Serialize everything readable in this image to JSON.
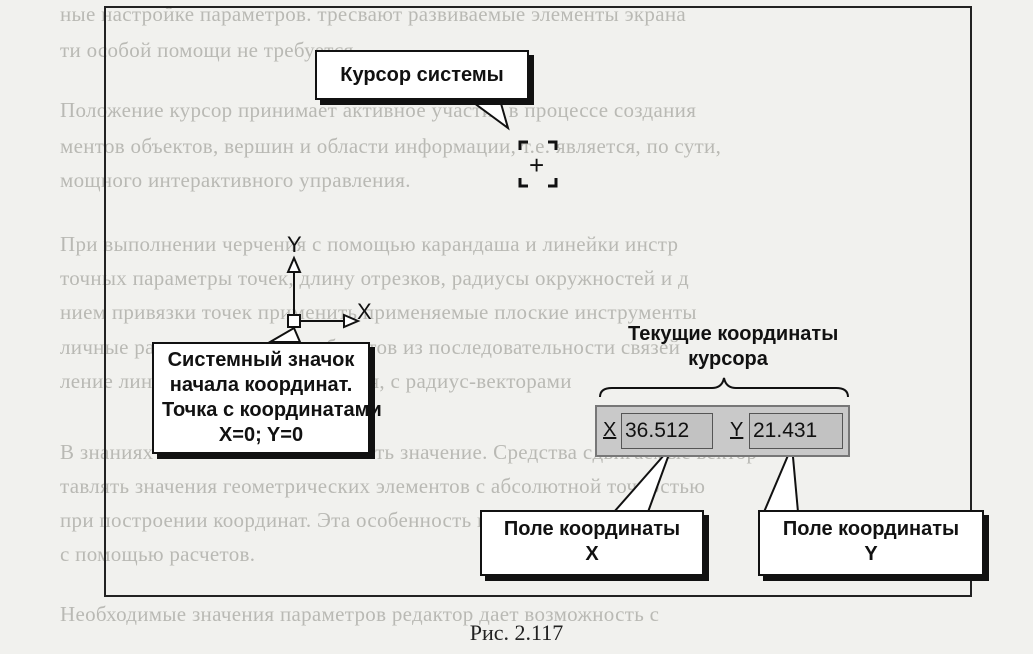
{
  "figure": {
    "callouts": {
      "system_cursor": "Курсор системы",
      "origin_icon": [
        "Системный значок",
        "начала координат.",
        "Точка с координатами",
        "X=0; Y=0"
      ],
      "current_coords": [
        "Текущие координаты",
        "курсора"
      ],
      "field_x": [
        "Поле координаты",
        "X"
      ],
      "field_y": [
        "Поле координаты",
        "Y"
      ]
    },
    "axis_labels": {
      "x": "X",
      "y": "Y"
    },
    "cursor_symbol": "+",
    "coordinate_panel": {
      "x_label": "X",
      "x_value": "36.512",
      "y_label": "Y",
      "y_value": "21.431"
    },
    "icons": {
      "cursor": "crosshair-cursor-icon",
      "origin": "coordinate-origin-icon"
    }
  },
  "caption": "Рис. 2.117"
}
